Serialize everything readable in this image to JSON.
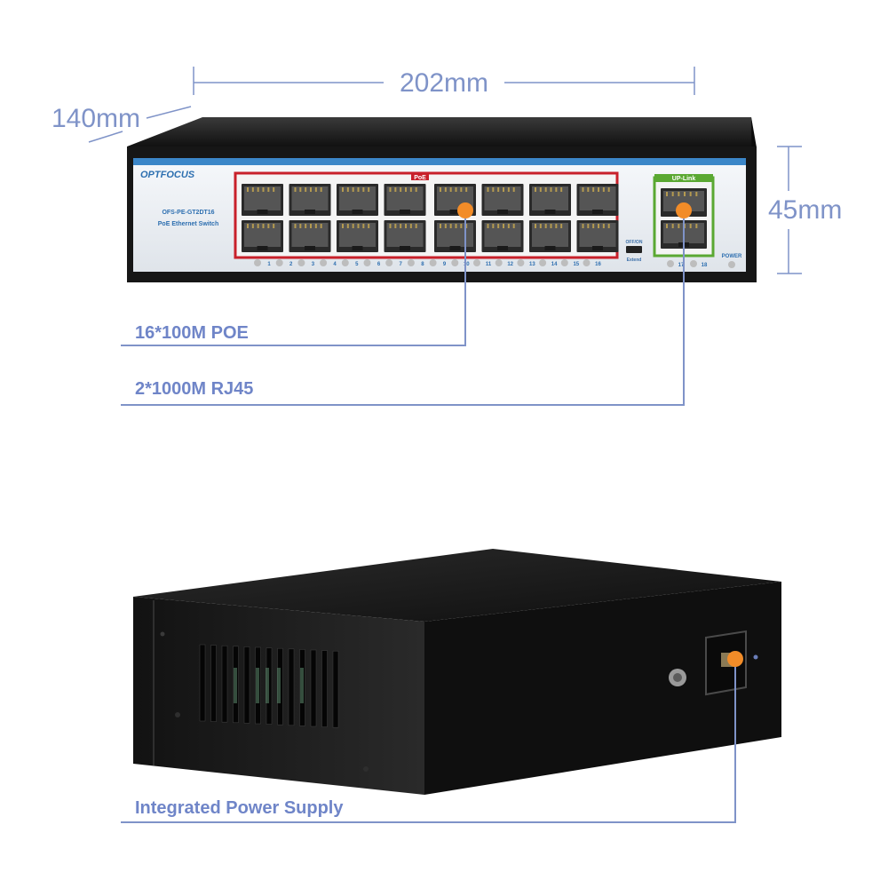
{
  "dimensions": {
    "width": "202mm",
    "depth": "140mm",
    "height": "45mm"
  },
  "front_panel": {
    "brand": "OPTFOCUS",
    "model": "OFS-PE-GT2DT16",
    "description": "PoE Ethernet Switch",
    "poe_label": "PoE",
    "uplink_label": "UP-Link",
    "extend_switch_label": "OFF/ON",
    "extend_label": "Extend",
    "power_label": "POWER",
    "port_numbers": [
      "1",
      "2",
      "3",
      "4",
      "5",
      "6",
      "7",
      "8",
      "9",
      "10",
      "11",
      "12",
      "13",
      "14",
      "15",
      "16"
    ],
    "uplink_port_numbers": [
      "17",
      "18"
    ]
  },
  "callouts": {
    "poe_ports": "16*100M   POE",
    "uplink_ports": "2*1000M RJ45",
    "power_supply": "Integrated Power Supply"
  },
  "colors": {
    "callout_line": "#7f93c8",
    "marker": "#f28c28",
    "poe_frame": "#c8202a",
    "uplink_frame": "#5aa832",
    "chassis": "#1c1c1c",
    "panel_stripe": "#3b86c8"
  },
  "icons": [
    "ethernet-port-icon",
    "led-indicator-icon",
    "power-socket-icon",
    "screw-icon",
    "vent-slot-icon"
  ]
}
